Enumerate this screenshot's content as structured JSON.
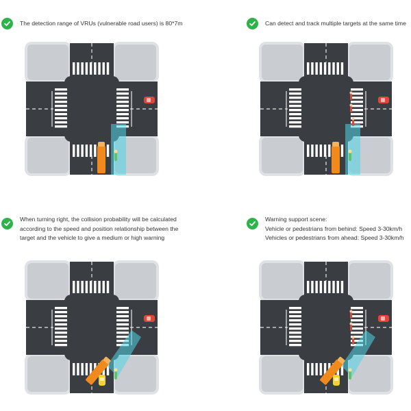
{
  "panels": [
    {
      "caption_lines": [
        "The detection range of VRUs (vulnerable road users) is 80*7m"
      ],
      "scene": {
        "truck": "straight",
        "rear_car": false,
        "cyclist_left": false,
        "pedestrians_crossing": false
      }
    },
    {
      "caption_lines": [
        "Can detect and track multiple targets at the same time"
      ],
      "scene": {
        "truck": "straight",
        "rear_car": false,
        "cyclist_left": false,
        "pedestrians_crossing": true
      }
    },
    {
      "caption_lines": [
        "When turning right, the collision probability will be calculated",
        "according to the speed and position relationship between the",
        "target and the vehicle to give a medium or high warning"
      ],
      "scene": {
        "truck": "turning",
        "rear_car": true,
        "cyclist_left": false,
        "pedestrians_crossing": false
      }
    },
    {
      "caption_lines": [
        "Warning support scene:",
        "Vehicle or pedestrians from behind: Speed 3-30km/h",
        "Vehicles or pedestrians from ahead: Speed 3-30km/h"
      ],
      "scene": {
        "truck": "turning",
        "rear_car": true,
        "cyclist_left": false,
        "pedestrians_crossing": true
      }
    }
  ],
  "colors": {
    "check": "#2fb24a",
    "asphalt": "#3a3d42",
    "sidewalk": "#c9ccd0",
    "curb": "#dfe1e4",
    "zebra": "#ffffff",
    "detection": "#4fd6e6",
    "truck": "#f08a1c",
    "red_car": "#e0463c",
    "yellow_car": "#f2d23a",
    "cyclist": "#5cc46a",
    "pedestrian": "#d84a3a"
  }
}
